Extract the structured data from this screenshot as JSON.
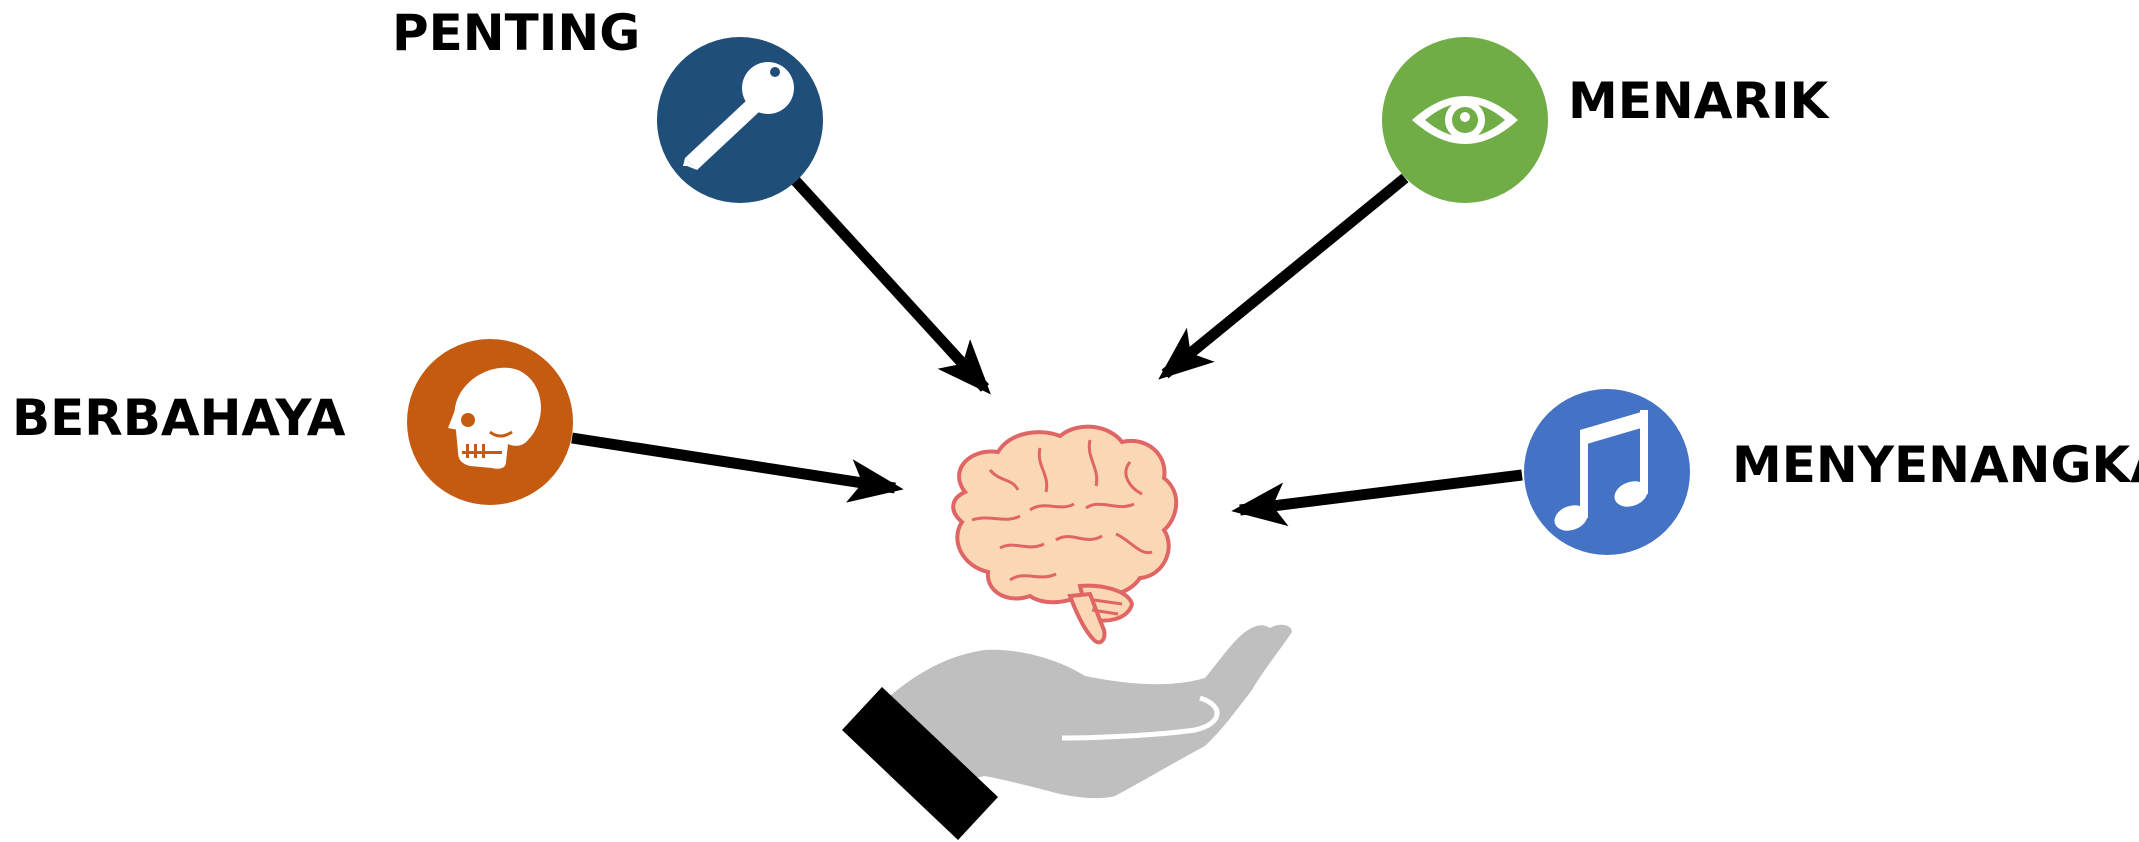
{
  "labels": {
    "penting": "PENTING",
    "menarik": "MENARIK",
    "berbahaya": "BERBAHAYA",
    "menyenangkan": "MENYENANGKAN"
  },
  "nodes": [
    {
      "id": "penting",
      "icon": "key-icon",
      "color": "#1F4E79"
    },
    {
      "id": "menarik",
      "icon": "eye-icon",
      "color": "#70AD47"
    },
    {
      "id": "berbahaya",
      "icon": "skull-icon",
      "color": "#C55A11"
    },
    {
      "id": "menyenangkan",
      "icon": "music-note-icon",
      "color": "#4472C4"
    }
  ],
  "center": {
    "icon": "brain-icon",
    "holder": "open-hand-icon"
  },
  "colors": {
    "arrow": "#000000",
    "brain_fill": "#FAD7B5",
    "brain_stroke": "#E06666",
    "hand": "#BFBFBF",
    "sleeve": "#000000"
  }
}
